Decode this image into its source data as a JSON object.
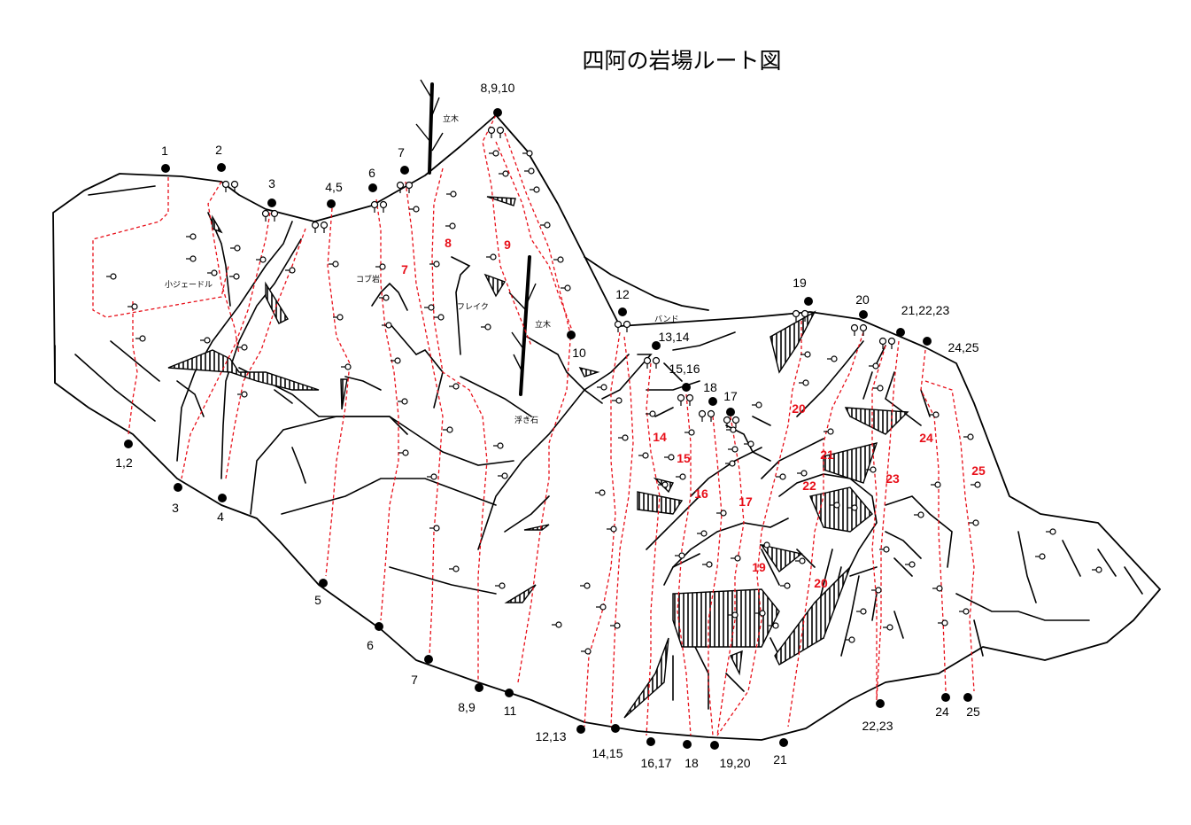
{
  "title": "四阿の岩場ルート図",
  "colors": {
    "route": "#e8101a",
    "rock": "#000000",
    "background": "#ffffff"
  },
  "features": {
    "tree_top": "立木",
    "tree_mid": "立木",
    "kojedel": "小ジェードル",
    "kobu": "コブ岩",
    "flake": "フレイク",
    "band": "バンド",
    "ukiishi": "浮き石"
  },
  "top_labels": [
    "1",
    "2",
    "3",
    "4,5",
    "6",
    "7",
    "8,9,10",
    "12",
    "13,14",
    "15,16",
    "18",
    "17",
    "19",
    "20",
    "21,22,23",
    "24,25",
    "10"
  ],
  "bottom_labels": [
    "1,2",
    "3",
    "4",
    "5",
    "6",
    "7",
    "8,9",
    "11",
    "12,13",
    "14,15",
    "16,17",
    "18",
    "19,20",
    "21",
    "22,23",
    "24",
    "25"
  ],
  "route_labels": [
    "7",
    "8",
    "9",
    "14",
    "15",
    "16",
    "17",
    "19",
    "20",
    "20",
    "21",
    "22",
    "23",
    "24",
    "25"
  ]
}
